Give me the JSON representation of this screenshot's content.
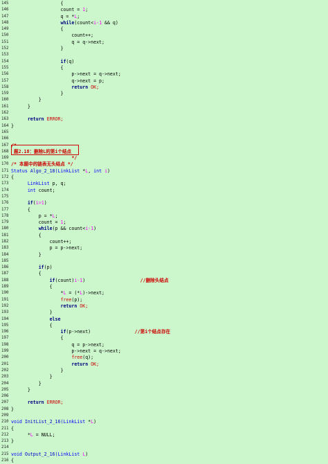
{
  "lines": [
    {
      "n": "145",
      "tokens": [
        {
          "t": "                  {",
          "c": "tx"
        }
      ]
    },
    {
      "n": "146",
      "tokens": [
        {
          "t": "                  count = ",
          "c": "tx"
        },
        {
          "t": "1",
          "c": "nm"
        },
        {
          "t": ";",
          "c": "tx"
        }
      ]
    },
    {
      "n": "147",
      "tokens": [
        {
          "t": "                  q = *",
          "c": "tx"
        },
        {
          "t": "L",
          "c": "nm"
        },
        {
          "t": ";",
          "c": "tx"
        }
      ]
    },
    {
      "n": "148",
      "tokens": [
        {
          "t": "                  ",
          "c": "tx"
        },
        {
          "t": "while",
          "c": "kw"
        },
        {
          "t": "(count<",
          "c": "tx"
        },
        {
          "t": "i-1",
          "c": "nm"
        },
        {
          "t": " && q)",
          "c": "tx"
        }
      ]
    },
    {
      "n": "149",
      "tokens": [
        {
          "t": "                  {",
          "c": "tx"
        }
      ]
    },
    {
      "n": "150",
      "tokens": [
        {
          "t": "                      count++;",
          "c": "tx"
        }
      ]
    },
    {
      "n": "151",
      "tokens": [
        {
          "t": "                      q = q->next;",
          "c": "tx"
        }
      ]
    },
    {
      "n": "152",
      "tokens": [
        {
          "t": "                  }",
          "c": "tx"
        }
      ]
    },
    {
      "n": "153",
      "tokens": []
    },
    {
      "n": "154",
      "tokens": [
        {
          "t": "                  ",
          "c": "tx"
        },
        {
          "t": "if",
          "c": "kw"
        },
        {
          "t": "(q)",
          "c": "tx"
        }
      ]
    },
    {
      "n": "155",
      "tokens": [
        {
          "t": "                  {",
          "c": "tx"
        }
      ]
    },
    {
      "n": "156",
      "tokens": [
        {
          "t": "                      p->next = q->next;",
          "c": "tx"
        }
      ]
    },
    {
      "n": "157",
      "tokens": [
        {
          "t": "                      q->next = p;",
          "c": "tx"
        }
      ]
    },
    {
      "n": "158",
      "tokens": [
        {
          "t": "                      ",
          "c": "tx"
        },
        {
          "t": "return",
          "c": "kw"
        },
        {
          "t": " OK;",
          "c": "rd"
        }
      ]
    },
    {
      "n": "159",
      "tokens": [
        {
          "t": "                  }",
          "c": "tx"
        }
      ]
    },
    {
      "n": "160",
      "tokens": [
        {
          "t": "          }",
          "c": "tx"
        }
      ]
    },
    {
      "n": "161",
      "tokens": [
        {
          "t": "      }",
          "c": "tx"
        }
      ]
    },
    {
      "n": "162",
      "tokens": []
    },
    {
      "n": "163",
      "tokens": [
        {
          "t": "      ",
          "c": "tx"
        },
        {
          "t": "return",
          "c": "kw"
        },
        {
          "t": " ERROR;",
          "c": "rd"
        }
      ]
    },
    {
      "n": "164",
      "tokens": [
        {
          "t": "}",
          "c": "tx"
        }
      ]
    },
    {
      "n": "165",
      "tokens": []
    },
    {
      "n": "166",
      "tokens": []
    },
    {
      "n": "167",
      "tokens": [
        {
          "t": "/*",
          "c": "cm"
        }
      ]
    },
    {
      "n": "168",
      "tokens": [
        {
          "t": " 题2.18：删除L的第i个结点 ",
          "c": "ti"
        }
      ]
    },
    {
      "n": "169",
      "tokens": [
        {
          "t": "                      */",
          "c": "cm"
        }
      ]
    },
    {
      "n": "170",
      "tokens": [
        {
          "t": "/* 本题中的链表无头结点 */",
          "c": "cm"
        }
      ]
    },
    {
      "n": "171",
      "tokens": [
        {
          "t": "Status ",
          "c": "ty"
        },
        {
          "t": "Algo_2_18(",
          "c": "bl"
        },
        {
          "t": "LinkList",
          "c": "ty"
        },
        {
          "t": " *",
          "c": "tx"
        },
        {
          "t": "L",
          "c": "nm"
        },
        {
          "t": ", ",
          "c": "tx"
        },
        {
          "t": "int",
          "c": "ty"
        },
        {
          "t": " ",
          "c": "tx"
        },
        {
          "t": "i",
          "c": "nm"
        },
        {
          "t": ")",
          "c": "tx"
        }
      ]
    },
    {
      "n": "172",
      "tokens": [
        {
          "t": "{",
          "c": "tx"
        }
      ]
    },
    {
      "n": "173",
      "tokens": [
        {
          "t": "      ",
          "c": "tx"
        },
        {
          "t": "LinkList",
          "c": "ty"
        },
        {
          "t": " p, q;",
          "c": "tx"
        }
      ]
    },
    {
      "n": "174",
      "tokens": [
        {
          "t": "      ",
          "c": "tx"
        },
        {
          "t": "int",
          "c": "ty"
        },
        {
          "t": " count;",
          "c": "tx"
        }
      ]
    },
    {
      "n": "175",
      "tokens": []
    },
    {
      "n": "176",
      "tokens": [
        {
          "t": "      ",
          "c": "tx"
        },
        {
          "t": "if",
          "c": "kw"
        },
        {
          "t": "(",
          "c": "tx"
        },
        {
          "t": "i>1",
          "c": "nm"
        },
        {
          "t": ")",
          "c": "tx"
        }
      ]
    },
    {
      "n": "177",
      "tokens": [
        {
          "t": "      {",
          "c": "tx"
        }
      ]
    },
    {
      "n": "178",
      "tokens": [
        {
          "t": "          p = *",
          "c": "tx"
        },
        {
          "t": "L",
          "c": "nm"
        },
        {
          "t": ";",
          "c": "tx"
        }
      ]
    },
    {
      "n": "179",
      "tokens": [
        {
          "t": "          count = ",
          "c": "tx"
        },
        {
          "t": "1",
          "c": "nm"
        },
        {
          "t": ";",
          "c": "tx"
        }
      ]
    },
    {
      "n": "180",
      "tokens": [
        {
          "t": "          ",
          "c": "tx"
        },
        {
          "t": "while",
          "c": "kw"
        },
        {
          "t": "(p && count<",
          "c": "tx"
        },
        {
          "t": "i-1",
          "c": "nm"
        },
        {
          "t": ")",
          "c": "tx"
        }
      ]
    },
    {
      "n": "181",
      "tokens": [
        {
          "t": "          {",
          "c": "tx"
        }
      ]
    },
    {
      "n": "182",
      "tokens": [
        {
          "t": "              count++;",
          "c": "tx"
        }
      ]
    },
    {
      "n": "183",
      "tokens": [
        {
          "t": "              p = p->next;",
          "c": "tx"
        }
      ]
    },
    {
      "n": "184",
      "tokens": [
        {
          "t": "          }",
          "c": "tx"
        }
      ]
    },
    {
      "n": "185",
      "tokens": []
    },
    {
      "n": "186",
      "tokens": [
        {
          "t": "          ",
          "c": "tx"
        },
        {
          "t": "if",
          "c": "kw"
        },
        {
          "t": "(p)",
          "c": "tx"
        }
      ]
    },
    {
      "n": "187",
      "tokens": [
        {
          "t": "          {",
          "c": "tx"
        }
      ]
    },
    {
      "n": "188",
      "tokens": [
        {
          "t": "              ",
          "c": "tx"
        },
        {
          "t": "if",
          "c": "kw"
        },
        {
          "t": "(count)",
          "c": "tx"
        },
        {
          "t": "i-1",
          "c": "nm"
        },
        {
          "t": ")                    ",
          "c": "tx"
        },
        {
          "t": "//删除头结点",
          "c": "cm"
        }
      ]
    },
    {
      "n": "189",
      "tokens": [
        {
          "t": "              {",
          "c": "tx"
        }
      ]
    },
    {
      "n": "190",
      "tokens": [
        {
          "t": "                  *",
          "c": "tx"
        },
        {
          "t": "L",
          "c": "nm"
        },
        {
          "t": " = (*",
          "c": "tx"
        },
        {
          "t": "L",
          "c": "nm"
        },
        {
          "t": ")->next;",
          "c": "tx"
        }
      ]
    },
    {
      "n": "191",
      "tokens": [
        {
          "t": "                  ",
          "c": "tx"
        },
        {
          "t": "free",
          "c": "rd"
        },
        {
          "t": "(p);",
          "c": "tx"
        }
      ]
    },
    {
      "n": "192",
      "tokens": [
        {
          "t": "                  ",
          "c": "tx"
        },
        {
          "t": "return",
          "c": "kw"
        },
        {
          "t": " OK;",
          "c": "rd"
        }
      ]
    },
    {
      "n": "193",
      "tokens": [
        {
          "t": "              }",
          "c": "tx"
        }
      ]
    },
    {
      "n": "194",
      "tokens": [
        {
          "t": "              ",
          "c": "tx"
        },
        {
          "t": "else",
          "c": "kw"
        }
      ]
    },
    {
      "n": "195",
      "tokens": [
        {
          "t": "              {",
          "c": "tx"
        }
      ]
    },
    {
      "n": "196",
      "tokens": [
        {
          "t": "                  ",
          "c": "tx"
        },
        {
          "t": "if",
          "c": "kw"
        },
        {
          "t": "(p->next)                ",
          "c": "tx"
        },
        {
          "t": "//第i个结点存在",
          "c": "cm"
        }
      ]
    },
    {
      "n": "197",
      "tokens": [
        {
          "t": "                  {",
          "c": "tx"
        }
      ]
    },
    {
      "n": "198",
      "tokens": [
        {
          "t": "                      q = p->next;",
          "c": "tx"
        }
      ]
    },
    {
      "n": "199",
      "tokens": [
        {
          "t": "                      p->next = q->next;",
          "c": "tx"
        }
      ]
    },
    {
      "n": "200",
      "tokens": [
        {
          "t": "                      ",
          "c": "tx"
        },
        {
          "t": "free",
          "c": "rd"
        },
        {
          "t": "(q);",
          "c": "tx"
        }
      ]
    },
    {
      "n": "201",
      "tokens": [
        {
          "t": "                      ",
          "c": "tx"
        },
        {
          "t": "return",
          "c": "kw"
        },
        {
          "t": " OK;",
          "c": "rd"
        }
      ]
    },
    {
      "n": "202",
      "tokens": [
        {
          "t": "                  }",
          "c": "tx"
        }
      ]
    },
    {
      "n": "203",
      "tokens": [
        {
          "t": "              }",
          "c": "tx"
        }
      ]
    },
    {
      "n": "204",
      "tokens": [
        {
          "t": "          }",
          "c": "tx"
        }
      ]
    },
    {
      "n": "205",
      "tokens": [
        {
          "t": "      }",
          "c": "tx"
        }
      ]
    },
    {
      "n": "206",
      "tokens": []
    },
    {
      "n": "207",
      "tokens": [
        {
          "t": "      ",
          "c": "tx"
        },
        {
          "t": "return",
          "c": "kw"
        },
        {
          "t": " ERROR;",
          "c": "rd"
        }
      ]
    },
    {
      "n": "208",
      "tokens": [
        {
          "t": "}",
          "c": "tx"
        }
      ]
    },
    {
      "n": "209",
      "tokens": []
    },
    {
      "n": "210",
      "tokens": [
        {
          "t": "void ",
          "c": "ty"
        },
        {
          "t": "InitList_2_16(",
          "c": "bl"
        },
        {
          "t": "LinkList",
          "c": "ty"
        },
        {
          "t": " *",
          "c": "tx"
        },
        {
          "t": "L",
          "c": "nm"
        },
        {
          "t": ")",
          "c": "tx"
        }
      ]
    },
    {
      "n": "211",
      "tokens": [
        {
          "t": "{",
          "c": "tx"
        }
      ]
    },
    {
      "n": "212",
      "tokens": [
        {
          "t": "      *",
          "c": "tx"
        },
        {
          "t": "L",
          "c": "nm"
        },
        {
          "t": " = NULL;",
          "c": "tx"
        }
      ]
    },
    {
      "n": "213",
      "tokens": [
        {
          "t": "}",
          "c": "tx"
        }
      ]
    },
    {
      "n": "214",
      "tokens": []
    },
    {
      "n": "215",
      "tokens": [
        {
          "t": "void ",
          "c": "ty"
        },
        {
          "t": "Output_2_16(",
          "c": "bl"
        },
        {
          "t": "LinkList",
          "c": "ty"
        },
        {
          "t": " ",
          "c": "tx"
        },
        {
          "t": "L",
          "c": "nm"
        },
        {
          "t": ")",
          "c": "tx"
        }
      ]
    },
    {
      "n": "216",
      "tokens": [
        {
          "t": "{",
          "c": "tx"
        }
      ]
    }
  ]
}
